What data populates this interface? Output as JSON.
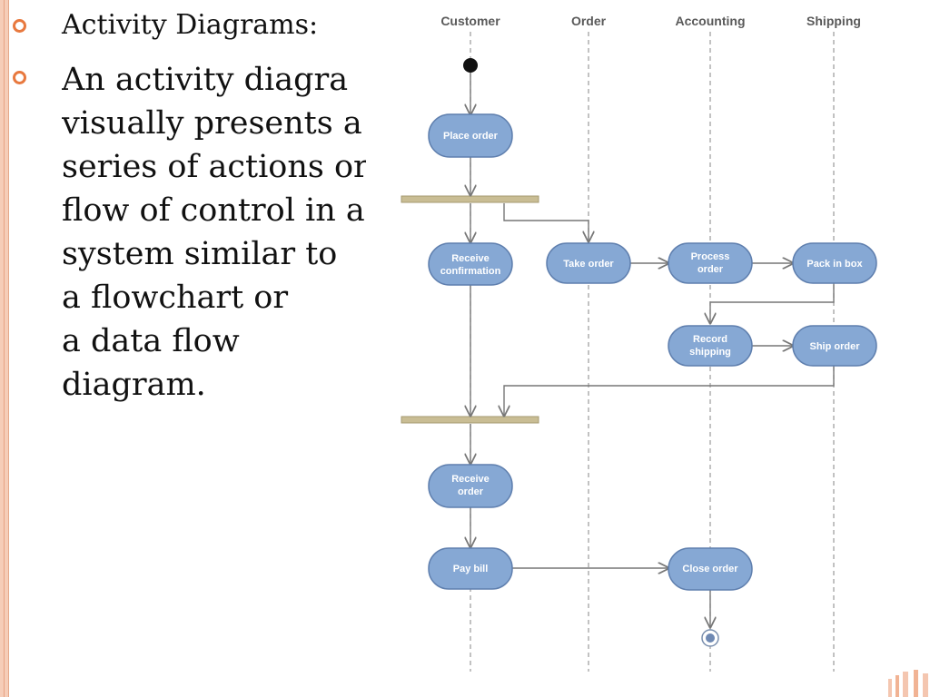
{
  "slide": {
    "heading": "Activity Diagrams:",
    "body_lines": [
      "An activity diagra",
      "visually presents a",
      "series of actions or",
      "flow of control in a",
      "system similar to",
      "a flowchart or",
      "a data flow",
      "diagram."
    ],
    "bullet_icon": "circle-bullet-icon",
    "accent_color": "#e8793f"
  },
  "diagram": {
    "swimlanes": [
      "Customer",
      "Order",
      "Accounting",
      "Shipping"
    ],
    "actions": {
      "place_order": [
        "Place order"
      ],
      "receive_confirmation": [
        "Receive",
        "confirmation"
      ],
      "take_order": [
        "Take order"
      ],
      "process_order": [
        "Process",
        "order"
      ],
      "pack_in_box": [
        "Pack in box"
      ],
      "record_shipping": [
        "Record",
        "shipping"
      ],
      "ship_order": [
        "Ship order"
      ],
      "receive_order": [
        "Receive",
        "order"
      ],
      "pay_bill": [
        "Pay bill"
      ],
      "close_order": [
        "Close order"
      ]
    },
    "node_color": "#86a8d4",
    "bar_color": "#c9bd94"
  }
}
